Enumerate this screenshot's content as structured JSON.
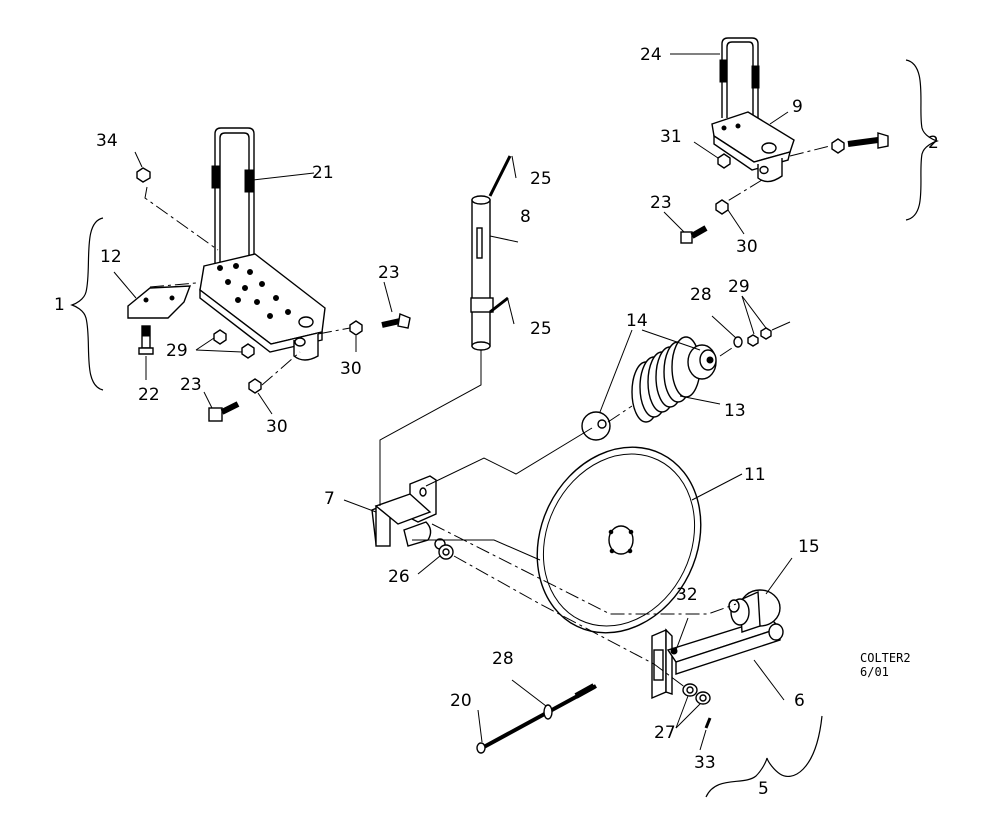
{
  "drawing": {
    "code": "COLTER2",
    "date": "6/01"
  },
  "groups": [
    "1",
    "2",
    "5"
  ],
  "parts": [
    "6",
    "7",
    "8",
    "9",
    "11",
    "12",
    "13",
    "14",
    "15",
    "20",
    "21",
    "22",
    "23",
    "23b",
    "23c",
    "24",
    "25",
    "25b",
    "26",
    "27",
    "28",
    "28b",
    "29",
    "29b",
    "30",
    "30b",
    "31",
    "32",
    "33",
    "34"
  ],
  "labels": {
    "g1": "1",
    "g2": "2",
    "g5": "5",
    "p6": "6",
    "p7": "7",
    "p8": "8",
    "p9": "9",
    "p11": "11",
    "p12": "12",
    "p13": "13",
    "p14": "14",
    "p15": "15",
    "p20": "20",
    "p21": "21",
    "p22": "22",
    "p23": "23",
    "p23b": "23",
    "p23c": "23",
    "p24": "24",
    "p25": "25",
    "p25b": "25",
    "p26": "26",
    "p27": "27",
    "p28": "28",
    "p28b": "28",
    "p29": "29",
    "p29b": "29",
    "p30": "30",
    "p30b": "30",
    "p31": "31",
    "p32": "32",
    "p33": "33",
    "p34": "34"
  }
}
